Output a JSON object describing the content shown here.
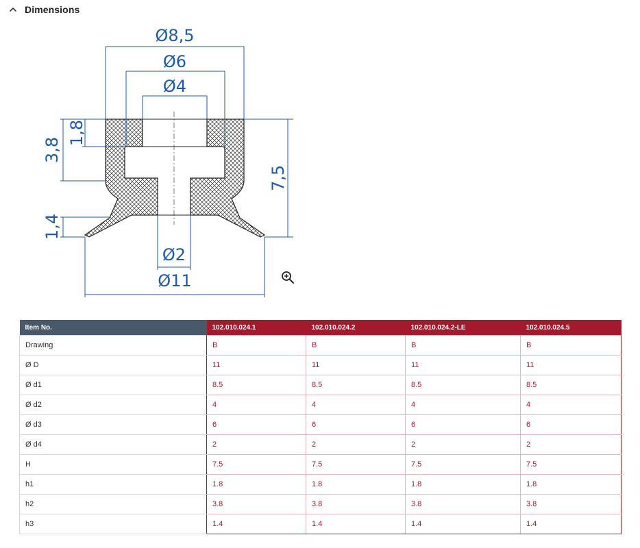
{
  "section": {
    "title": "Dimensions",
    "toggle_icon": "chevron-up-icon"
  },
  "drawing": {
    "labels": {
      "d_outer_top": "Ø8,5",
      "d_mid": "Ø6",
      "d_inner": "Ø4",
      "h_1_8": "1,8",
      "h_3_8": "3,8",
      "h_7_5": "7,5",
      "h_1_4": "1,4",
      "d_2": "Ø2",
      "d_11": "Ø11"
    },
    "line_color": "#1c5ba8",
    "zoom_icon": "zoom-in-icon"
  },
  "table": {
    "label_header": "Item No.",
    "columns": [
      "102.010.024.1",
      "102.010.024.2",
      "102.010.024.2-LE",
      "102.010.024.5"
    ],
    "rows": [
      {
        "label": "Drawing",
        "values": [
          "B",
          "B",
          "B",
          "B"
        ]
      },
      {
        "label": "Ø D",
        "values": [
          "11",
          "11",
          "11",
          "11"
        ]
      },
      {
        "label": "Ø d1",
        "values": [
          "8.5",
          "8.5",
          "8.5",
          "8.5"
        ]
      },
      {
        "label": "Ø d2",
        "values": [
          "4",
          "4",
          "4",
          "4"
        ]
      },
      {
        "label": "Ø d3",
        "values": [
          "6",
          "6",
          "6",
          "6"
        ]
      },
      {
        "label": "Ø d4",
        "values": [
          "2",
          "2",
          "2",
          "2"
        ]
      },
      {
        "label": "H",
        "values": [
          "7.5",
          "7.5",
          "7.5",
          "7.5"
        ]
      },
      {
        "label": "h1",
        "values": [
          "1.8",
          "1.8",
          "1.8",
          "1.8"
        ]
      },
      {
        "label": "h2",
        "values": [
          "3.8",
          "3.8",
          "3.8",
          "3.8"
        ]
      },
      {
        "label": "h3",
        "values": [
          "1.4",
          "1.4",
          "1.4",
          "1.4"
        ]
      }
    ],
    "header_label_color": "#47596b",
    "header_item_color": "#a5192d",
    "value_color": "#a5192d"
  }
}
